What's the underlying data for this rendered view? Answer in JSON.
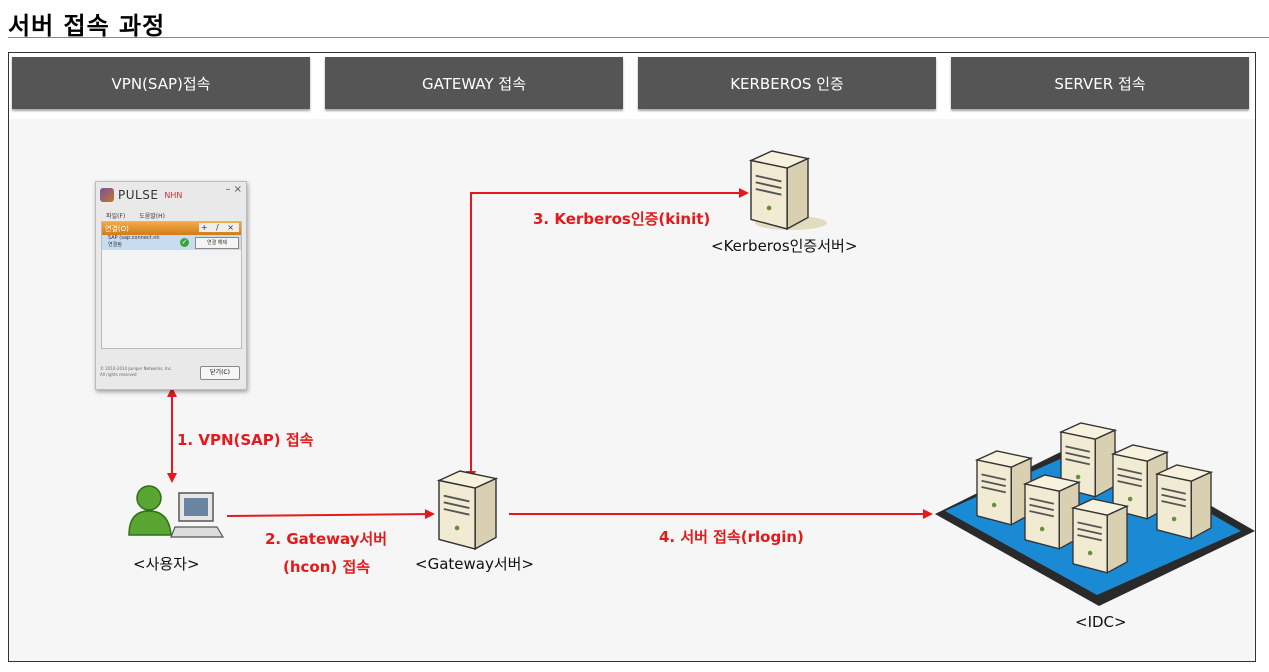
{
  "page_title": "서버 접속 과정",
  "stages": [
    "VPN(SAP)접속",
    "GATEWAY 접속",
    "KERBEROS 인증",
    "SERVER 접속"
  ],
  "steps": {
    "step1": "1.    VPN(SAP) 접속",
    "step2_line1": "2. Gateway서버",
    "step2_line2": "(hcon) 접속",
    "step3": "3. Kerberos인증(kinit)",
    "step4": "4. 서버 접속(rlogin)"
  },
  "nodes": {
    "user": "<사용자>",
    "gateway": "<Gateway서버>",
    "kerberos": "<Kerberos인증서버>",
    "idc": "<IDC>"
  },
  "pulse_window": {
    "app_name": "PULSE",
    "brand": "NHN",
    "window_controls": "– ×",
    "menu": [
      "파일(F)",
      "도움말(H)"
    ],
    "section": "연결(O)",
    "tools": "+ / ×",
    "connection_name": "SAP (sap.connect.nh",
    "connection_status": "연결됨",
    "disconnect_button": "연결 해제",
    "footer_line1": "© 2010-2014 Juniper Networks, Inc.",
    "footer_line2": "All rights reserved",
    "close_button": "닫기(C)"
  },
  "colors": {
    "arrow": "#e3191b",
    "stage_header": "#555555",
    "server_body": "#f2ebd3",
    "idc_floor": "#1a8ad4"
  }
}
